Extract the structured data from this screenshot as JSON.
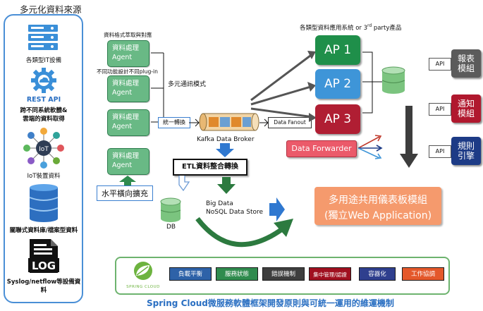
{
  "sources": {
    "title": "多元化資料來源",
    "items": [
      {
        "label": "各類型IT設備"
      },
      {
        "label": "REST API"
      },
      {
        "label": "跨不同系統軟體&"
      },
      {
        "label": "雲端的資料取得"
      },
      {
        "label": "IoT裝置資料"
      },
      {
        "label": "關聯式資料庫/檔案型資料"
      },
      {
        "label": "Syslog/netflow等設備資料"
      }
    ],
    "iot_badge": "IoT",
    "log_badge": "LOG"
  },
  "agents": {
    "note_format": "資料格式萃取與對應",
    "note_plugin": "不同功能設計不同plug-in",
    "items": [
      "資料處理 Agent",
      "資料處理 Agent",
      "資料處理 Agent",
      "資料處理 Agent"
    ],
    "scale_label": "水平橫向擴充"
  },
  "pipeline": {
    "multi_comm": "多元通訊模式",
    "unify": "統一轉換",
    "kafka": "Kafka Data Broker",
    "fanout": "Data Fanout",
    "etl": "ETL資料整合轉換",
    "db": "DB",
    "bigdata": "Big Data",
    "nosql": "NoSQL Data Store",
    "forwarder": "Data Forwarder"
  },
  "apps": {
    "title_pre": "各類型資料應用系統 or 3",
    "title_sup": "rd",
    "title_post": " party產品",
    "items": [
      {
        "label": "AP 1",
        "color": "#1f8f4a"
      },
      {
        "label": "AP 2",
        "color": "#3e95d8"
      },
      {
        "label": "AP 3",
        "color": "#b01e33"
      }
    ]
  },
  "modules": {
    "api_label": "API",
    "items": [
      {
        "label": "報表模組",
        "color": "#5b5b5b"
      },
      {
        "label": "通知模組",
        "color": "#b0182e"
      },
      {
        "label": "規則引擎",
        "color": "#1d3b86"
      }
    ]
  },
  "dashboard": {
    "line1": "多用途共用儀表板模組",
    "line2": "(獨立Web Application)",
    "color": "#f59a6d"
  },
  "spring": {
    "logo_text": "SPRING CLOUD",
    "services": [
      {
        "label": "負載平衡",
        "color": "#2e62a8"
      },
      {
        "label": "服務狀態",
        "color": "#2f8b4e"
      },
      {
        "label": "錯誤機制",
        "color": "#3e3e3e"
      },
      {
        "label": "集中管理/認證",
        "color": "#a01020"
      },
      {
        "label": "容器化",
        "color": "#2f3f8e"
      },
      {
        "label": "工作協調",
        "color": "#e4582b"
      }
    ],
    "caption": "Spring Cloud微服務軟體框架開發原則與可統一運用的維運機制"
  }
}
